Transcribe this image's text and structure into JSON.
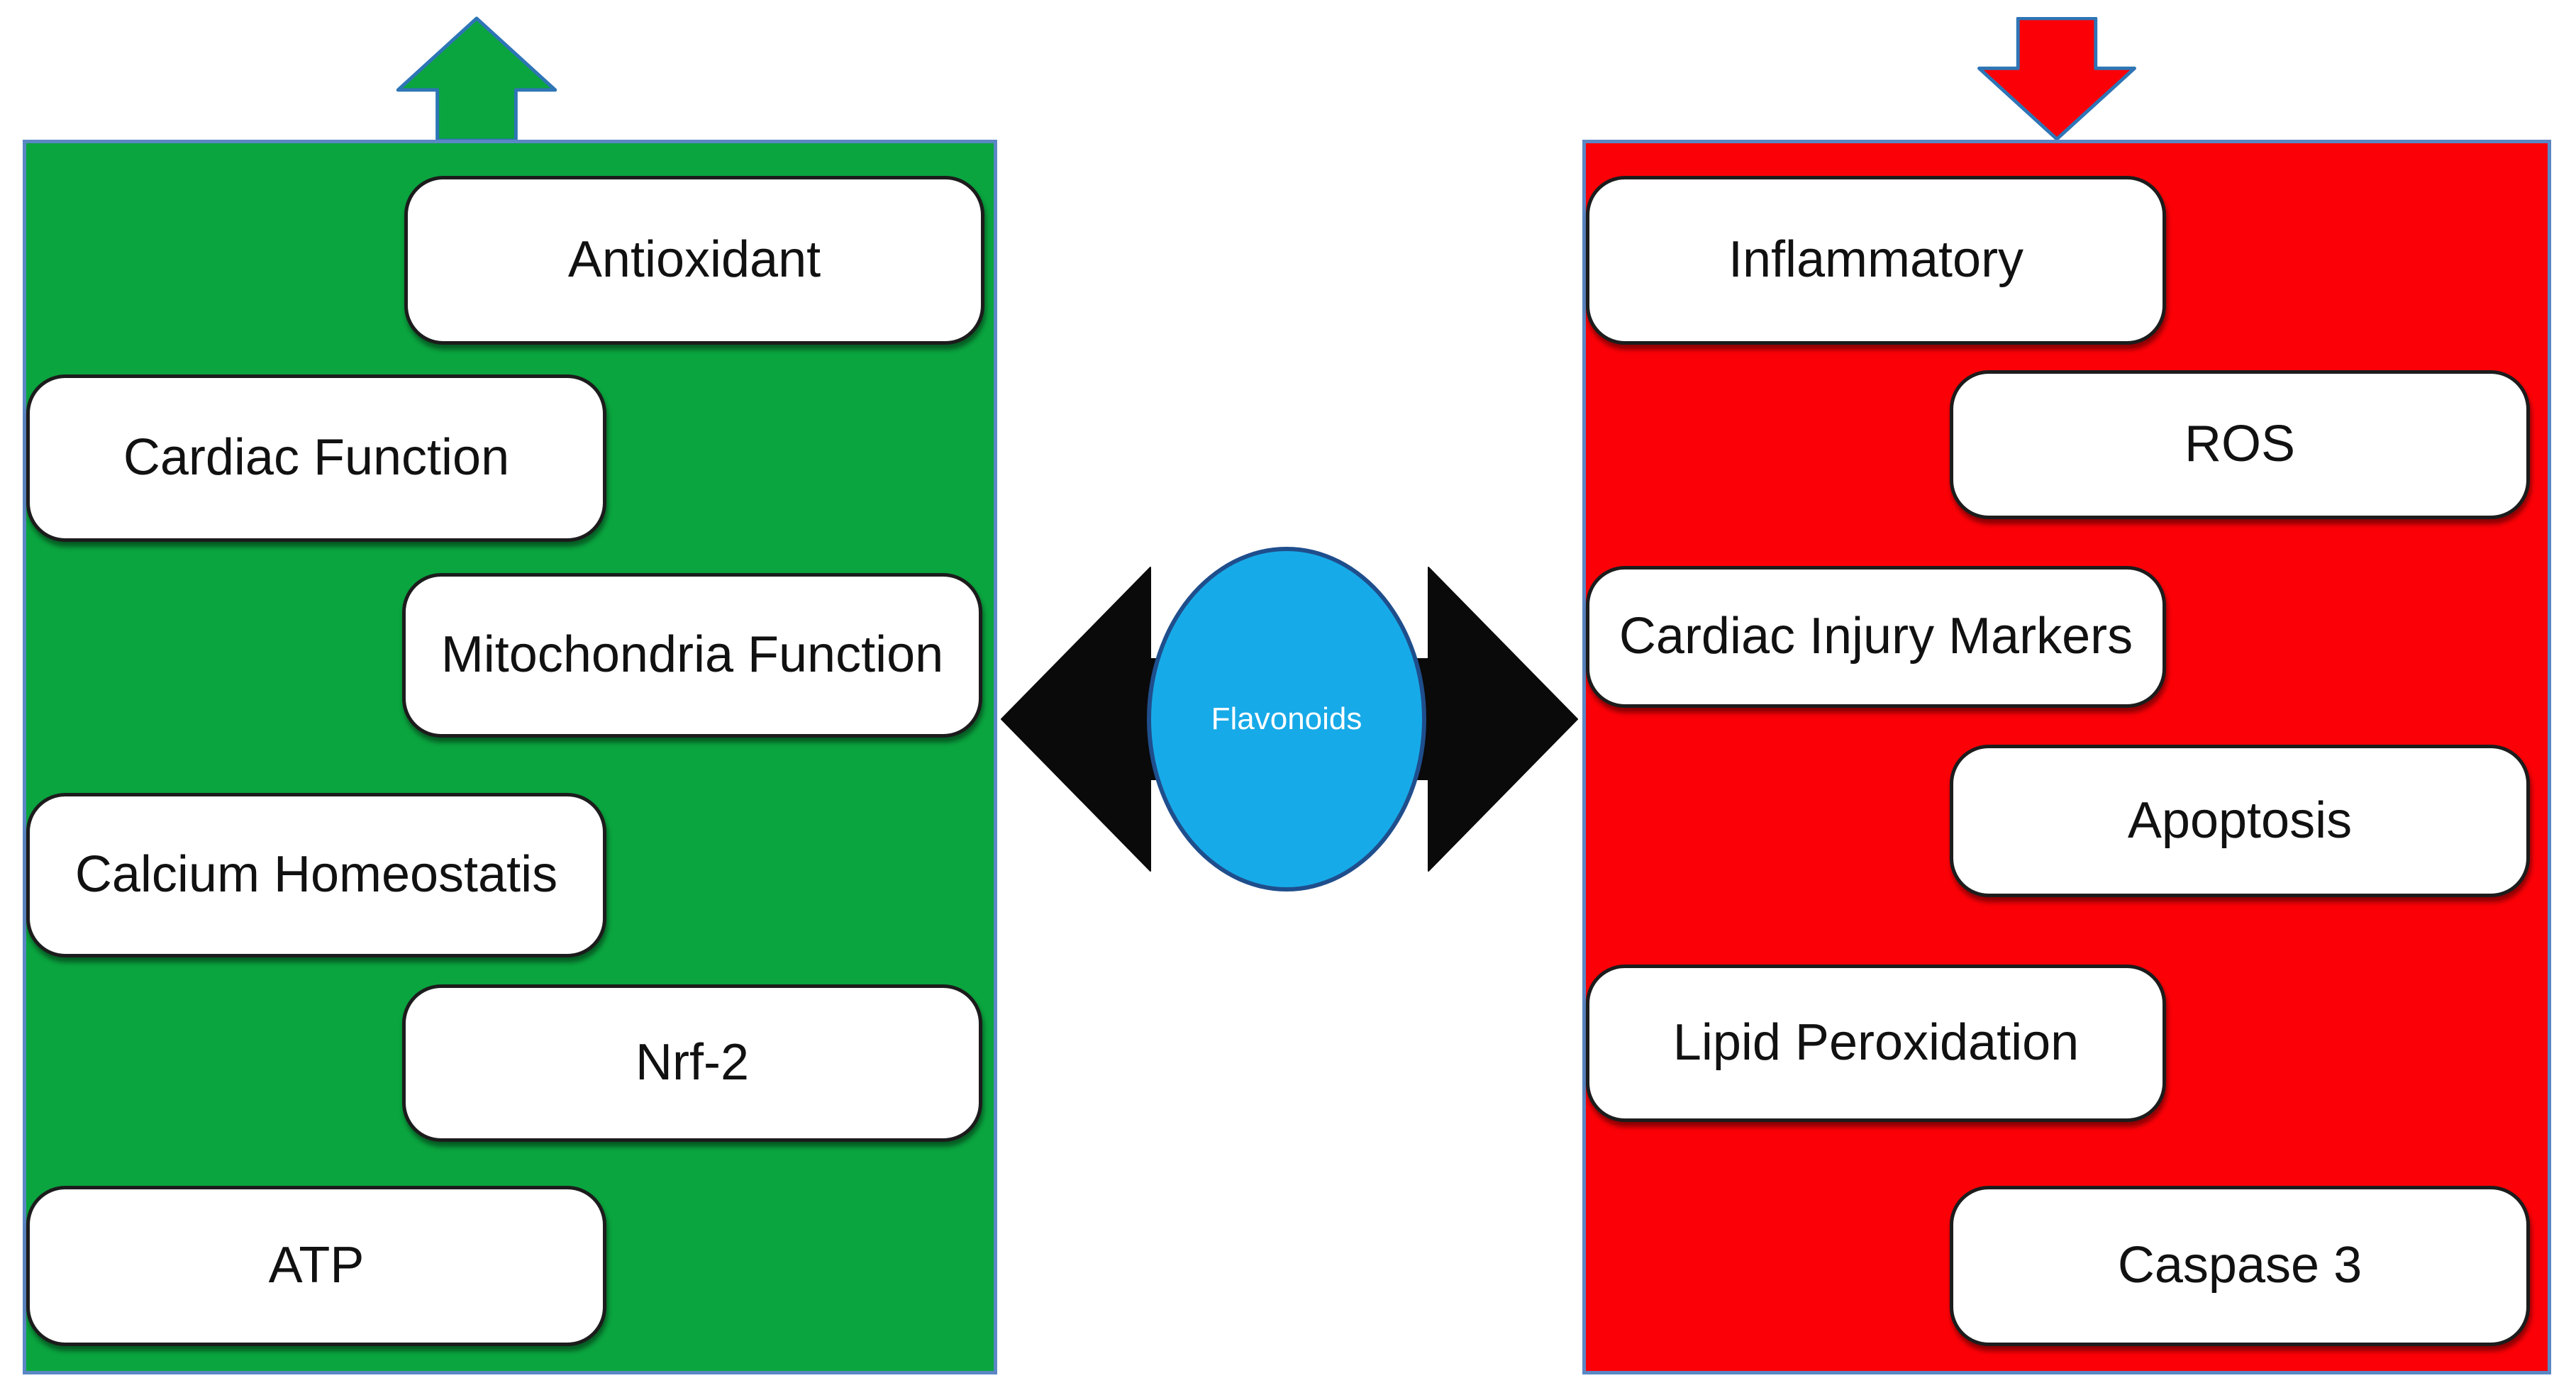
{
  "figure": {
    "center": {
      "label": "Flavonoids",
      "connector_icon": "left-right-double-arrow"
    },
    "left_panel": {
      "direction_icon": "up-arrow",
      "meaning": "increase",
      "items": [
        {
          "label": "Antioxidant"
        },
        {
          "label": "Cardiac Function"
        },
        {
          "label": "Mitochondria Function"
        },
        {
          "label": "Calcium Homeostatis"
        },
        {
          "label": "Nrf-2"
        },
        {
          "label": "ATP"
        }
      ]
    },
    "right_panel": {
      "direction_icon": "down-arrow",
      "meaning": "decrease",
      "items": [
        {
          "label": "Inflammatory"
        },
        {
          "label": "ROS"
        },
        {
          "label": "Cardiac Injury Markers"
        },
        {
          "label": "Apoptosis"
        },
        {
          "label": "Lipid Peroxidation"
        },
        {
          "label": "Caspase 3"
        }
      ]
    },
    "colors": {
      "green": "#0aa53f",
      "red": "#fb0007",
      "blue_ellipse": "#17aae8",
      "panel_border": "#5b87c5",
      "arrow_outline": "#2e75b6",
      "black": "#0a0a0a"
    }
  }
}
